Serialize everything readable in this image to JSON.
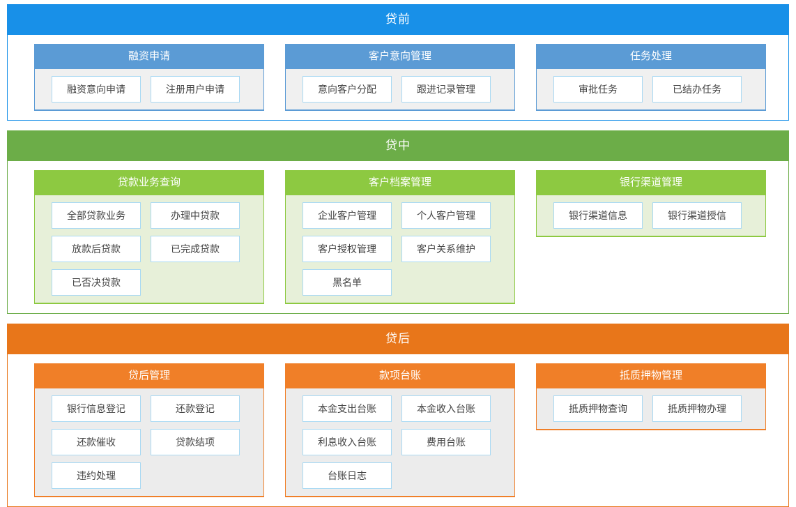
{
  "sections": [
    {
      "id": "pre-loan",
      "banner": "贷前",
      "accent": "#1890e8",
      "columns": [
        {
          "title": "融资申请",
          "items": [
            "融资意向申请",
            "注册用户申请"
          ]
        },
        {
          "title": "客户意向管理",
          "items": [
            "意向客户分配",
            "跟进记录管理"
          ]
        },
        {
          "title": "任务处理",
          "items": [
            "审批任务",
            "已结办任务"
          ]
        }
      ]
    },
    {
      "id": "in-loan",
      "banner": "贷中",
      "accent": "#6cad48",
      "columns": [
        {
          "title": "贷款业务查询",
          "items": [
            "全部贷款业务",
            "办理中贷款",
            "放款后贷款",
            "已完成贷款",
            "已否决贷款"
          ]
        },
        {
          "title": "客户档案管理",
          "items": [
            "企业客户管理",
            "个人客户管理",
            "客户授权管理",
            "客户关系维护",
            "黑名单"
          ]
        },
        {
          "title": "银行渠道管理",
          "items": [
            "银行渠道信息",
            "银行渠道授信"
          ]
        }
      ]
    },
    {
      "id": "post-loan",
      "banner": "贷后",
      "accent": "#e8761a",
      "columns": [
        {
          "title": "贷后管理",
          "items": [
            "银行信息登记",
            "还款登记",
            "还款催收",
            "贷款结项",
            "违约处理"
          ]
        },
        {
          "title": "款项台账",
          "items": [
            "本金支出台账",
            "本金收入台账",
            "利息收入台账",
            "费用台账",
            "台账日志"
          ]
        },
        {
          "title": "抵质押物管理",
          "items": [
            "抵质押物查询",
            "抵质押物办理"
          ]
        }
      ]
    }
  ]
}
